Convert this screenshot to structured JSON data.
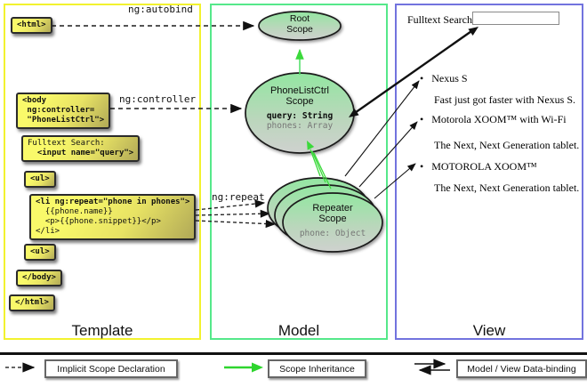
{
  "template_panel": {
    "title": "Template",
    "html_open": "<html>",
    "autobind_label": "ng:autobind",
    "body_open_lines": [
      "<body",
      " ng:controller=",
      " \"PhoneListCtrl\">"
    ],
    "controller_label": "ng:controller",
    "fulltext_label": "Fulltext Search:",
    "input_code": "  <input name=\"query\">",
    "ul_open": "<ul>",
    "li_lines": [
      "<li ng:repeat=\"phone in phones\">",
      "  {{phone.name}}",
      "  <p>{{phone.snippet}}</p>",
      "</li>"
    ],
    "repeat_label": "ng:repeat",
    "ul_close": "<ul>",
    "body_close": "</body>",
    "html_close": "</html>"
  },
  "model_panel": {
    "title": "Model",
    "root_scope": [
      "Root",
      "Scope"
    ],
    "phonelist_scope": [
      "PhoneListCtrl",
      "Scope"
    ],
    "query_prop": "query: String",
    "phones_prop": "phones: Array",
    "repeater_scope": [
      "Repeater",
      "Scope"
    ],
    "phone_prop": "phone: Object"
  },
  "view_panel": {
    "title": "View",
    "search_label": "Fulltext Search:",
    "search_value": "",
    "items": [
      {
        "name": "Nexus S",
        "snippet": "Fast just got faster with Nexus S."
      },
      {
        "name": "Motorola XOOM™ with Wi-Fi",
        "snippet": "The Next, Next Generation tablet."
      },
      {
        "name": "MOTOROLA XOOM™",
        "snippet": "The Next, Next Generation tablet."
      }
    ]
  },
  "legend": {
    "implicit": "Implicit Scope Declaration",
    "inheritance": "Scope Inheritance",
    "binding": "Model / View Data-binding"
  },
  "colors": {
    "template_border": "#f2f22e",
    "model_border": "#55e88a",
    "view_border": "#7273de",
    "codebox_top": "#f9f96a",
    "codebox_bottom": "#b1a957",
    "scope_top": "#93e6a1",
    "scope_bottom": "#cfd1cf",
    "inheritance_arrow": "#3bd93b",
    "binding_arrow": "#111111"
  }
}
